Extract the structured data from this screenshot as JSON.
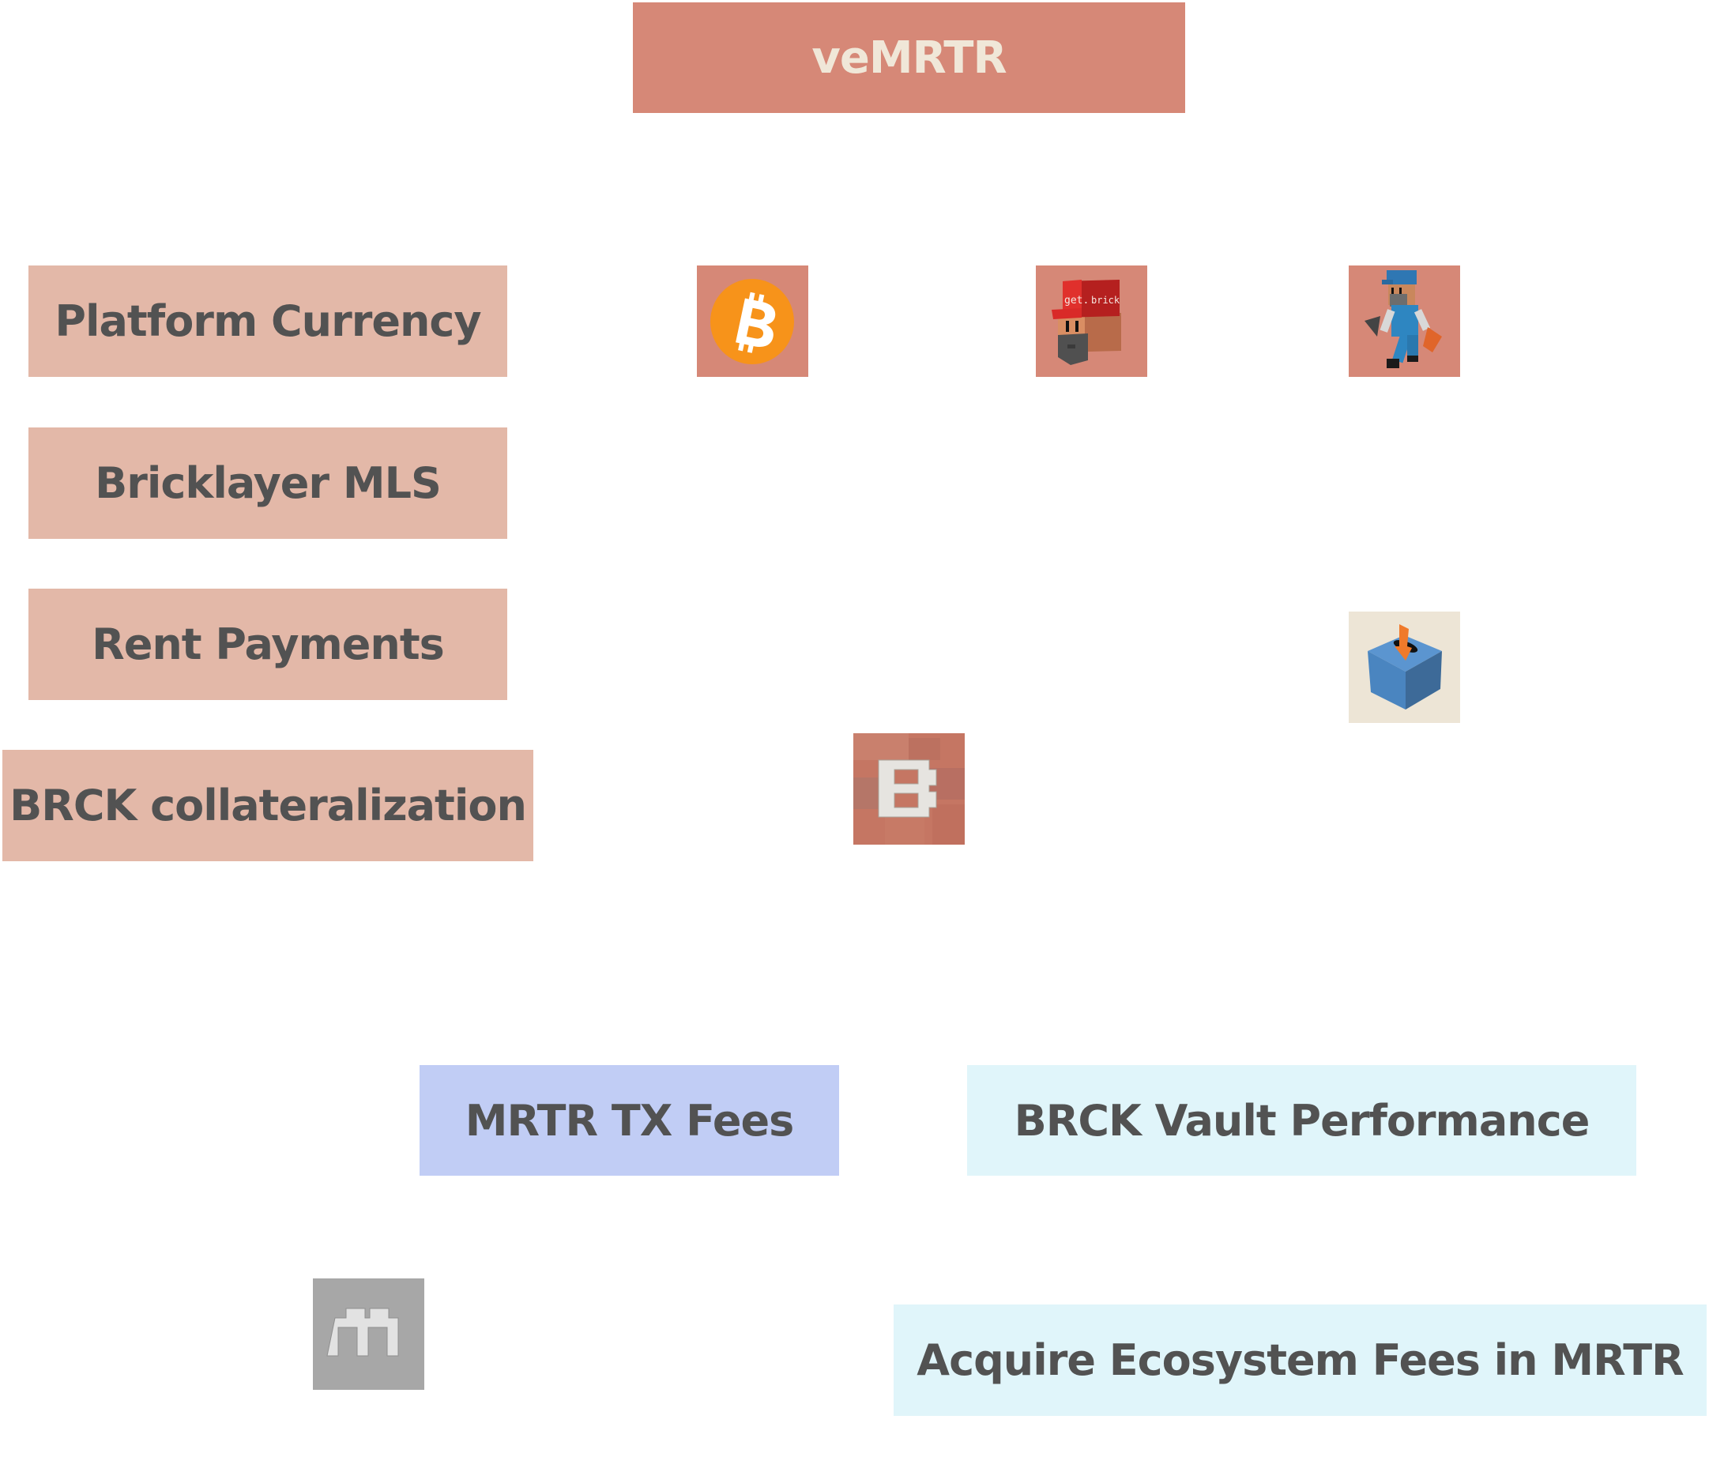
{
  "title": "veMRTR",
  "use_cases": [
    {
      "label": "Platform Currency"
    },
    {
      "label": "Bricklayer MLS"
    },
    {
      "label": "Rent Payments"
    },
    {
      "label": "BRCK collateralization"
    }
  ],
  "icons": {
    "bitcoin": {
      "name": "bitcoin-icon"
    },
    "getbrick": {
      "name": "getbrick-mascot-icon",
      "cap_text_1": "get.",
      "cap_text_2": "brick"
    },
    "bricklayer": {
      "name": "bricklayer-worker-icon"
    },
    "ballot": {
      "name": "ballot-box-icon"
    },
    "brck": {
      "name": "brck-token-icon",
      "letter": "B"
    },
    "mrtr": {
      "name": "mrtr-token-icon",
      "letter": "m"
    }
  },
  "fee_sources": [
    {
      "label": "MRTR TX Fees"
    },
    {
      "label": "BRCK Vault Performance"
    }
  ],
  "outcome": {
    "label": "Acquire Ecosystem Fees in MRTR"
  },
  "colors": {
    "title_bg": "#d68877",
    "title_text": "#f0e7d8",
    "use_case_bg": "#e3b8a8",
    "mrtr_fee_bg": "#c1cdf5",
    "vault_bg": "#e0f5fa",
    "text": "#525252"
  }
}
